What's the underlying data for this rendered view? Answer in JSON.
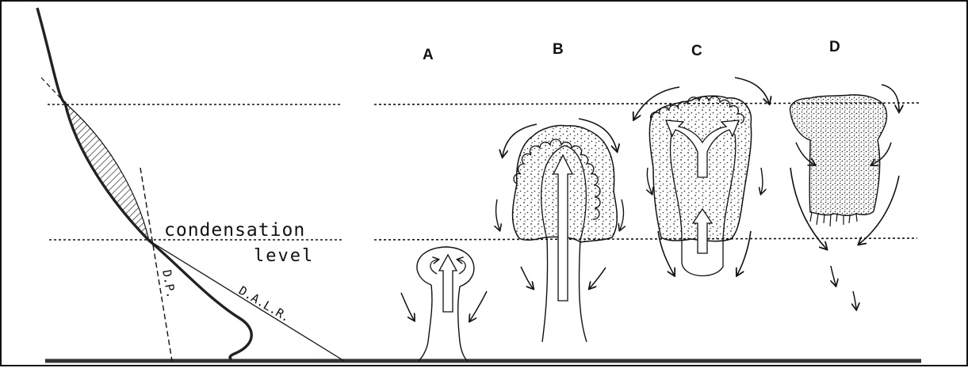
{
  "labels": {
    "condensation": "condensation",
    "level": "level",
    "dalr": "D.A.L.R.",
    "dp": "D.P."
  },
  "stages": [
    "A",
    "B",
    "C",
    "D"
  ]
}
